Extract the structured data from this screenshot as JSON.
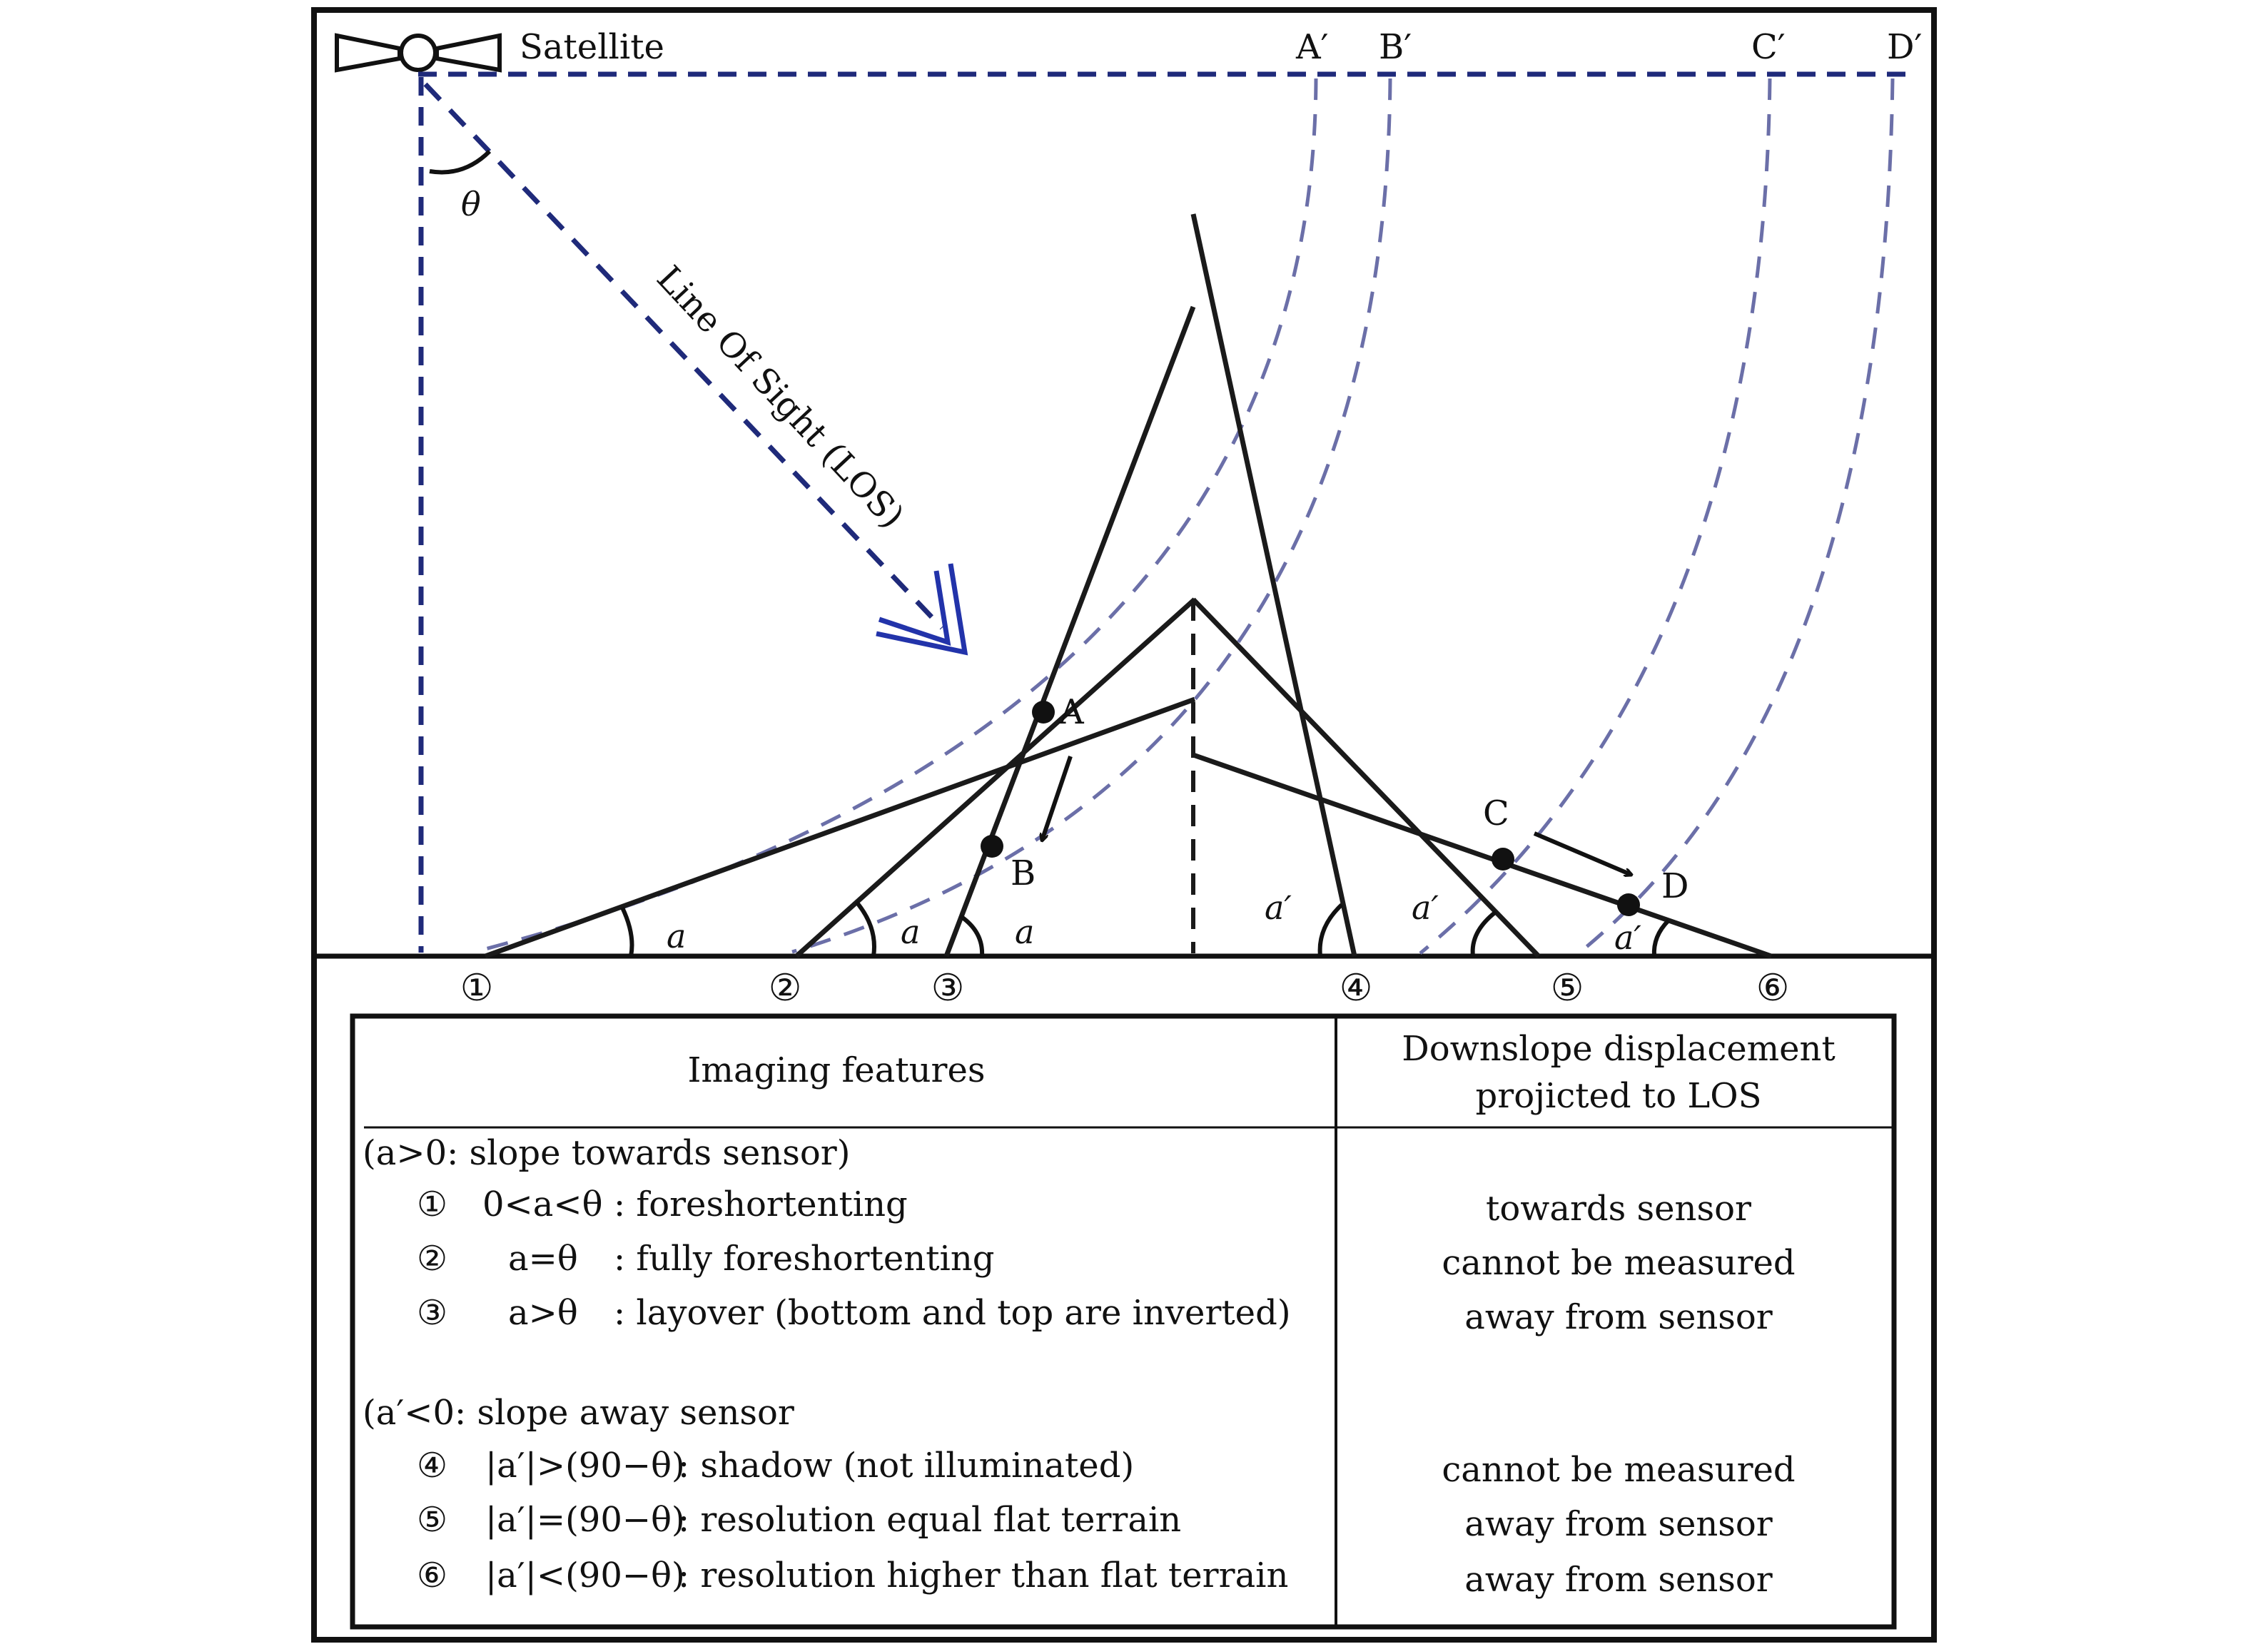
{
  "diagram": {
    "satellite_label": "Satellite",
    "theta_label": "θ",
    "los_label": "Line Of Sight (LOS)",
    "ref_points": [
      "A′",
      "B′",
      "C′",
      "D′"
    ],
    "points": [
      "A",
      "B",
      "C",
      "D"
    ],
    "angle_a": "a",
    "angle_a_prime": "a′",
    "slope_markers": [
      "①",
      "②",
      "③",
      "④",
      "⑤",
      "⑥"
    ],
    "colors": {
      "dashed": "#1f2a7a",
      "arc": "#6b6fa8",
      "arrow": "#2233aa",
      "line": "#1a1a1a"
    }
  },
  "table": {
    "header_left": "Imaging features",
    "header_right_line1": "Downslope displacement",
    "header_right_line2": "projicted to LOS",
    "group1_title": "(a>0: slope towards sensor)",
    "group2_title": "(a′<0: slope away sensor",
    "rows": [
      {
        "marker": "①",
        "condition": "0<a<θ",
        "feature": ": foreshortenting",
        "los": "towards sensor"
      },
      {
        "marker": "②",
        "condition": "a=θ",
        "feature": ": fully foreshortenting",
        "los": "cannot be measured"
      },
      {
        "marker": "③",
        "condition": "a>θ",
        "feature": ": layover (bottom and top are inverted)",
        "los": "away from sensor"
      },
      {
        "marker": "④",
        "condition": "|a′|>(90−θ)",
        "feature": ": shadow (not illuminated)",
        "los": "cannot be measured"
      },
      {
        "marker": "⑤",
        "condition": "|a′|=(90−θ)",
        "feature": ": resolution equal flat terrain",
        "los": "away from sensor"
      },
      {
        "marker": "⑥",
        "condition": "|a′|<(90−θ)",
        "feature": ": resolution higher than flat terrain",
        "los": "away from sensor"
      }
    ]
  }
}
